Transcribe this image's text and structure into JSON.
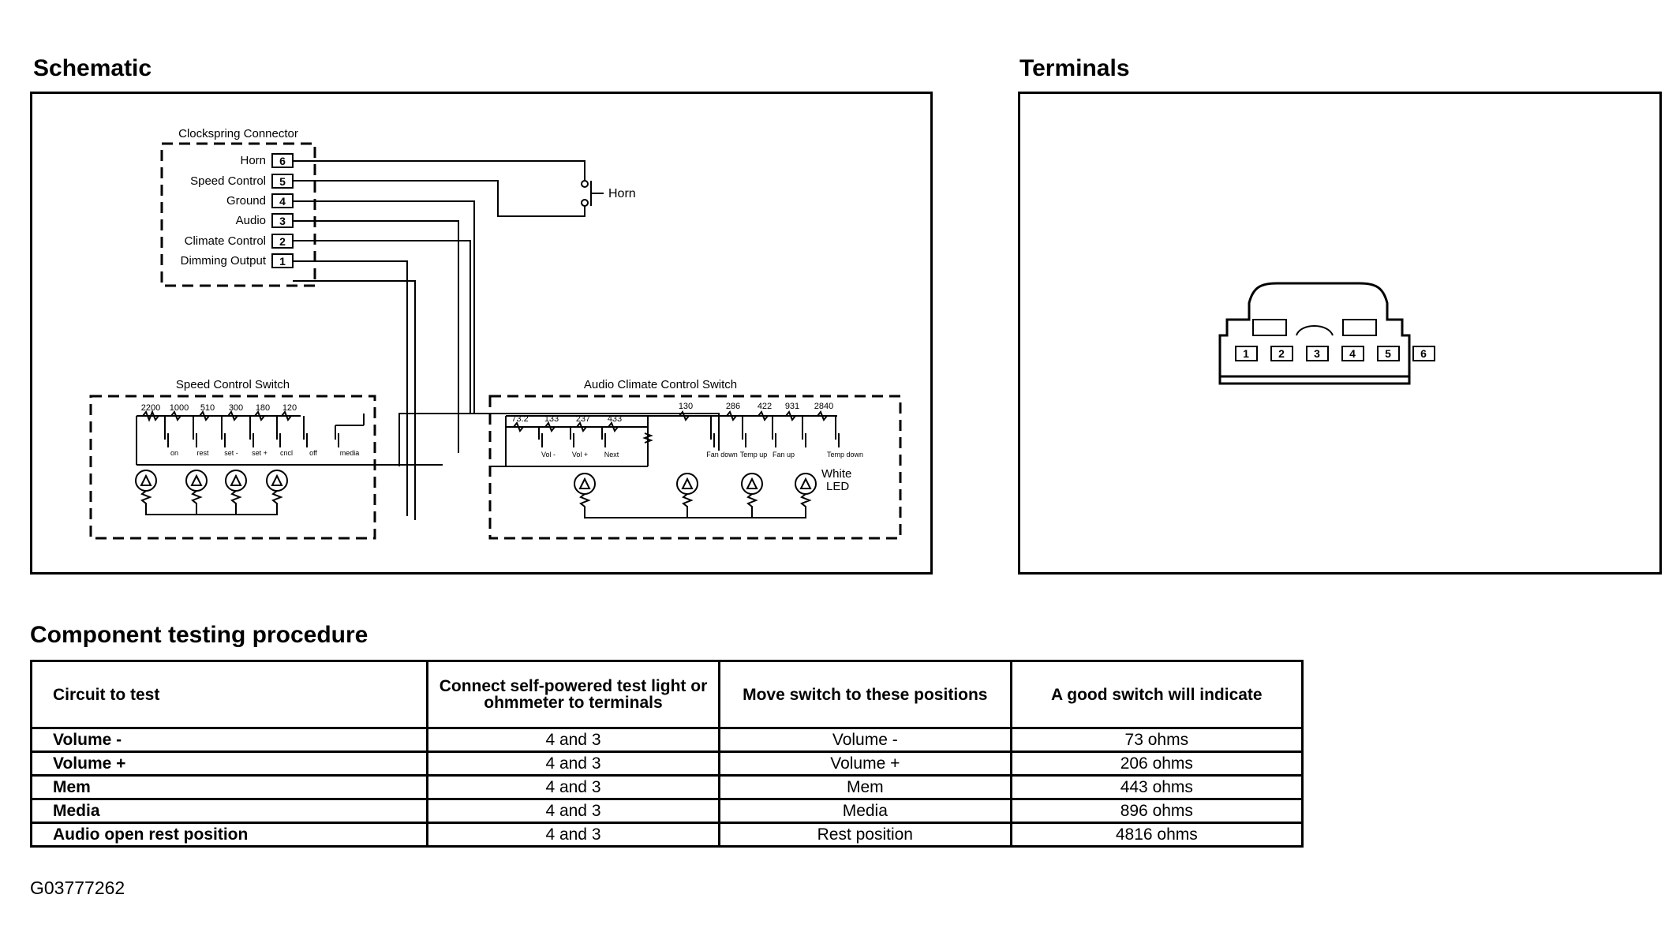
{
  "schematic": {
    "heading": "Schematic",
    "clockspring": {
      "title": "Clockspring Connector",
      "pins": [
        {
          "label": "Horn",
          "num": "6"
        },
        {
          "label": "Speed Control",
          "num": "5"
        },
        {
          "label": "Ground",
          "num": "4"
        },
        {
          "label": "Audio",
          "num": "3"
        },
        {
          "label": "Climate Control",
          "num": "2"
        },
        {
          "label": "Dimming Output",
          "num": "1"
        }
      ]
    },
    "horn_label": "Horn",
    "speed_switch": {
      "title": "Speed Control Switch",
      "resistors": [
        "2200",
        "1000",
        "510",
        "300",
        "180",
        "120"
      ],
      "switches": [
        "on",
        "rest",
        "set -",
        "set +",
        "cncl",
        "off",
        "media"
      ]
    },
    "audio_switch": {
      "title": "Audio Climate Control Switch",
      "resistors": [
        "73.2",
        "133",
        "237",
        "433",
        "130",
        "286",
        "422",
        "931",
        "2840"
      ],
      "switches": [
        "Vol -",
        "Vol +",
        "Next",
        "Fan down",
        "Temp up",
        "Fan up",
        "Temp down"
      ],
      "led_label_1": "White",
      "led_label_2": "LED"
    }
  },
  "terminals": {
    "heading": "Terminals",
    "pins": [
      "1",
      "2",
      "3",
      "4",
      "5",
      "6"
    ]
  },
  "procedure": {
    "heading": "Component testing procedure",
    "columns": [
      "Circuit to test",
      "Connect self-powered test light or ohmmeter to terminals",
      "Move switch to these positions",
      "A good switch will indicate"
    ],
    "rows": [
      [
        "Volume -",
        "4 and 3",
        "Volume -",
        "73 ohms"
      ],
      [
        "Volume +",
        "4 and 3",
        "Volume +",
        "206 ohms"
      ],
      [
        "Mem",
        "4 and 3",
        "Mem",
        "443 ohms"
      ],
      [
        "Media",
        "4 and 3",
        "Media",
        "896 ohms"
      ],
      [
        "Audio open rest position",
        "4 and 3",
        "Rest position",
        "4816 ohms"
      ]
    ]
  },
  "figure_id": "G03777262"
}
